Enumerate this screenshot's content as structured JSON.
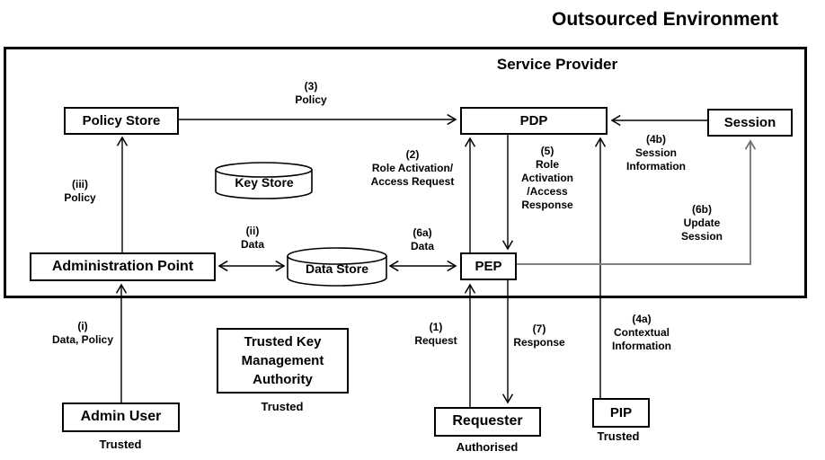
{
  "title": "Outsourced Environment",
  "container": {
    "label": "Service Provider"
  },
  "colors": {
    "line": "#000000",
    "gray_line": "#808080",
    "background": "#ffffff"
  },
  "nodes": {
    "policy_store": {
      "label": "Policy Store"
    },
    "pdp": {
      "label": "PDP"
    },
    "session": {
      "label": "Session"
    },
    "key_store": {
      "label": "Key Store"
    },
    "data_store": {
      "label": "Data Store"
    },
    "admin_point": {
      "label": "Administration Point"
    },
    "pep": {
      "label": "PEP"
    },
    "tkma": {
      "label": "Trusted Key\nManagement\nAuthority",
      "caption": "Trusted"
    },
    "admin_user": {
      "label": "Admin User",
      "caption": "Trusted"
    },
    "requester": {
      "label": "Requester",
      "caption": "Authorised"
    },
    "pip": {
      "label": "PIP",
      "caption": "Trusted"
    }
  },
  "edges": {
    "e3": {
      "label": "(3)\nPolicy",
      "from": "Policy Store",
      "to": "PDP"
    },
    "e4b": {
      "label": "(4b)\nSession\nInformation",
      "from": "Session",
      "to": "PDP"
    },
    "e2": {
      "label": "(2)\nRole Activation/\nAccess Request",
      "from": "PEP",
      "to": "PDP"
    },
    "e5": {
      "label": "(5)\nRole\nActivation\n/Access\nResponse",
      "from": "PDP",
      "to": "PEP"
    },
    "e6b": {
      "label": "(6b)\nUpdate\nSession",
      "from": "PEP",
      "to": "Session"
    },
    "e6a": {
      "label": "(6a)\nData",
      "from": "Data Store",
      "to": "PEP"
    },
    "eii": {
      "label": "(ii)\nData",
      "from": "Administration Point",
      "to": "Data Store"
    },
    "eiii": {
      "label": "(iii)\nPolicy",
      "from": "Administration Point",
      "to": "Policy Store"
    },
    "ei": {
      "label": "(i)\nData, Policy",
      "from": "Admin User",
      "to": "Administration Point"
    },
    "e1": {
      "label": "(1)\nRequest",
      "from": "Requester",
      "to": "PEP"
    },
    "e7": {
      "label": "(7)\nResponse",
      "from": "PEP",
      "to": "Requester"
    },
    "e4a": {
      "label": "(4a)\nContextual\nInformation",
      "from": "PIP",
      "to": "PDP"
    }
  }
}
